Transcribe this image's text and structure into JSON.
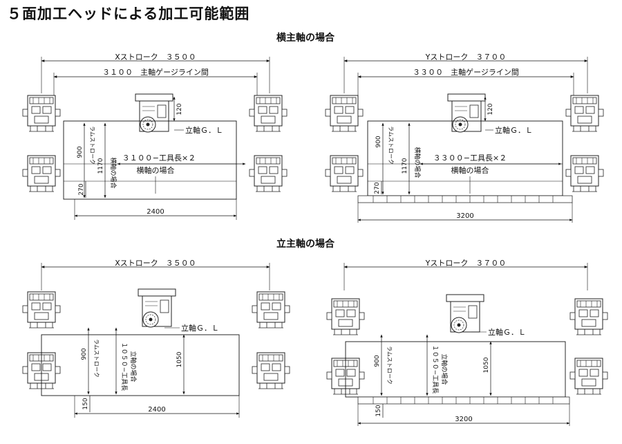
{
  "page_title": "５面加工ヘッドによる加工可能範囲",
  "sections": [
    {
      "title": "横主軸の場合"
    },
    {
      "title": "立主軸の場合"
    }
  ],
  "panels": [
    {
      "stroke_label": "Xストローク　３５００",
      "gauge_label": "３１００　主軸ゲージライン間",
      "spindle_label": "立軸Ｇ．Ｌ",
      "tool_label": "３１００−工具長×２",
      "case_label": "横軸の場合",
      "ram_label": "ラムストローク",
      "dim_900": "900",
      "dim_1170": "1170",
      "dim_120": "120",
      "dim_270": "270",
      "table_width": "2400"
    },
    {
      "stroke_label": "Yストローク　３７００",
      "gauge_label": "３３００　主軸ゲージライン間",
      "spindle_label": "立軸Ｇ．Ｌ",
      "tool_label": "３３００−工具長×２",
      "case_label": "横軸の場合",
      "ram_label": "ラムストローク",
      "dim_900": "900",
      "dim_1170": "1170",
      "dim_120": "120",
      "dim_270": "270",
      "table_width": "3200"
    },
    {
      "stroke_label": "Xストローク　３５００",
      "spindle_label": "立軸Ｇ．Ｌ",
      "ram_label": "ラムストローク",
      "vert_tool_label": "１０５０−工具長",
      "vert_case_label": "立軸の場合",
      "dim_900": "900",
      "dim_1050": "1050",
      "dim_150": "150",
      "table_width": "2400"
    },
    {
      "stroke_label": "Yストローク　３７００",
      "spindle_label": "立軸Ｇ．Ｌ",
      "ram_label": "ラムストローク",
      "vert_tool_label": "１０５０−工具長",
      "vert_case_label": "立軸の場合",
      "dim_900": "900",
      "dim_1050": "1050",
      "dim_150": "150",
      "table_width": "3200"
    }
  ]
}
